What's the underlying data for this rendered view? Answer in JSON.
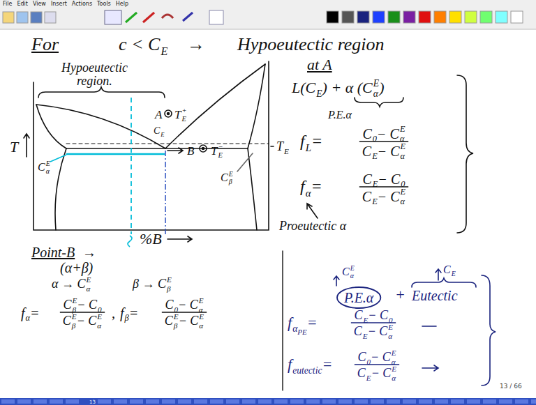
{
  "diagram": {
    "nodes": [
      {
        "text": [
          "P.E.α"
        ]
      }
    ],
    "labels": [
      "File",
      "Edit",
      "View",
      "Insert",
      "Actions",
      "Tools",
      "Help",
      "For",
      "c < C",
      "E",
      "→",
      "Hypoeutectic region",
      "Hypoeutectic",
      "region.",
      "A",
      "T",
      "E",
      "+",
      "C",
      "E",
      "B",
      "T",
      "E",
      "−",
      "T",
      "E",
      "T",
      "C",
      "α",
      "E",
      "C",
      "β",
      "E",
      "%B",
      "Point-B",
      "→",
      "(α+β)",
      "α → C",
      "α",
      "E",
      "β → C",
      "β",
      "E",
      "f",
      "α",
      "=",
      "C",
      "β",
      "E",
      "− C",
      "0",
      "C",
      "β",
      "E",
      "− C",
      "α",
      "E",
      ",",
      "f",
      "β",
      "=",
      "C",
      "0",
      "− C",
      "α",
      "E",
      "C",
      "β",
      "E",
      "− C",
      "α",
      "E",
      "at A",
      "L(C",
      "E",
      ") + α (C",
      "α",
      "E",
      ")",
      "P.E.α",
      "f",
      "L",
      "=",
      "C",
      "0",
      "− C",
      "α",
      "E",
      "C",
      "E",
      "− C",
      "α",
      "E",
      "f",
      "α",
      "=",
      "C",
      "E",
      "− C",
      "0",
      "C",
      "E",
      "− C",
      "α",
      "E",
      "Proeutectic α",
      "C",
      "α",
      "E",
      "+",
      "Eutectic",
      "C",
      "E",
      "f",
      "α",
      "PE",
      "=",
      "C",
      "E",
      "− C",
      "0",
      "C",
      "E",
      "− C",
      "α",
      "E",
      "f",
      "eutectic",
      "=",
      "C",
      "0",
      "− C",
      "α",
      "E",
      "C",
      "E",
      "− C",
      "α",
      "E",
      "13 / 66",
      "13"
    ]
  }
}
